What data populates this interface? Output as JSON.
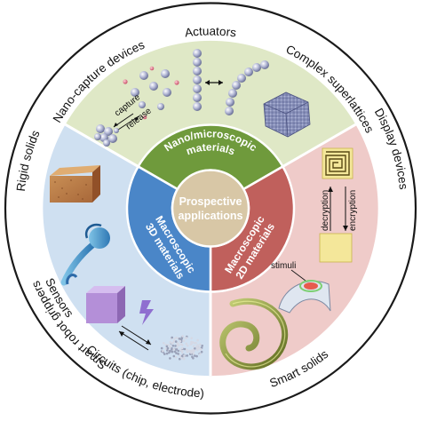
{
  "center": {
    "line1": "Prospective",
    "line2": "applications"
  },
  "segments": {
    "nano": {
      "line1": "Nano/microscopic",
      "line2": "materials",
      "color": "#6f9a3c"
    },
    "macro2d": {
      "line1": "Macroscopic",
      "line2": "2D materials",
      "color": "#c0605c"
    },
    "macro3d": {
      "line1": "Macroscopic",
      "line2": "3D materials",
      "color": "#4a86c8"
    }
  },
  "sectors": {
    "top_color": "#dfe8c6",
    "right_color": "#efcbc9",
    "left_color": "#cfe0f1",
    "core_color": "#d8c7a6"
  },
  "outer_labels": {
    "actuators": "Actuators",
    "complex_superlattices": "Complex superlattices",
    "display_devices": "Display devices",
    "sensors": "Sensors",
    "circuits": "Circuits (chip, electrode)",
    "smart_solids": "Smart solids",
    "smart_robot_grippers": "Smart robot grippers",
    "rigid_solids": "Rigid solids",
    "nano_capture_devices": "Nano-capture devices"
  },
  "inner_labels": {
    "capture": "capture",
    "release": "release",
    "decryption": "decryption",
    "encryption": "encryption",
    "stimuli": "stimuli"
  }
}
